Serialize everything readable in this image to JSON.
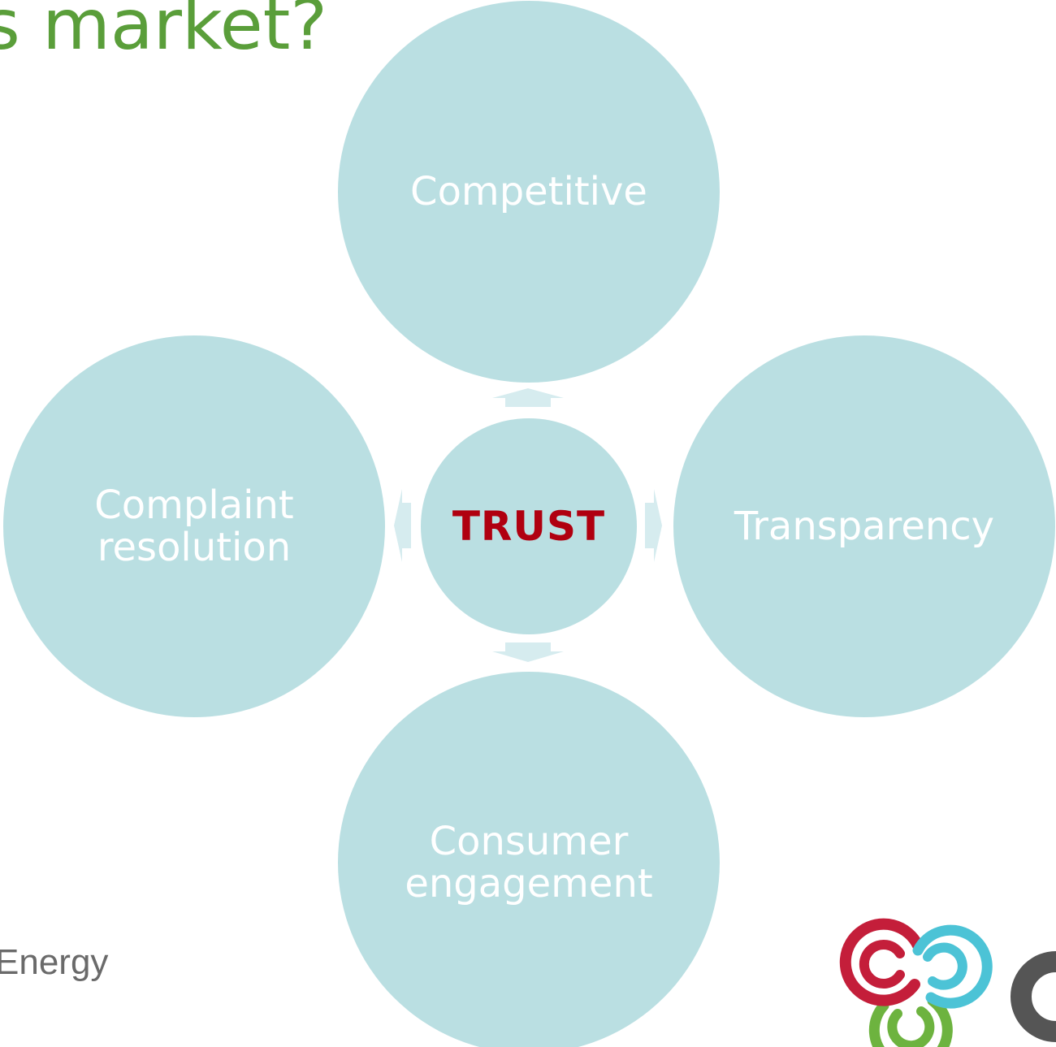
{
  "slide": {
    "title": "s market?",
    "footer_text": "Energy"
  },
  "diagram": {
    "center": "TRUST",
    "nodes": {
      "top": "Competitive",
      "right": "Transparency",
      "bottom_line1": "Consumer",
      "bottom_line2": "engagement",
      "left_line1": "Complaint",
      "left_line2": "resolution"
    }
  },
  "colors": {
    "circle_fill": "#badfe2",
    "circle_text": "#ffffff",
    "center_text": "#b00010",
    "title": "#5a9e3a",
    "arrow": "#d6ecef",
    "logo_red": "#c41e3a",
    "logo_blue": "#4cc3d6",
    "logo_green": "#6db33f",
    "logo_gray": "#555555"
  },
  "icons": {
    "logo": "triple-ring-logo-icon"
  }
}
